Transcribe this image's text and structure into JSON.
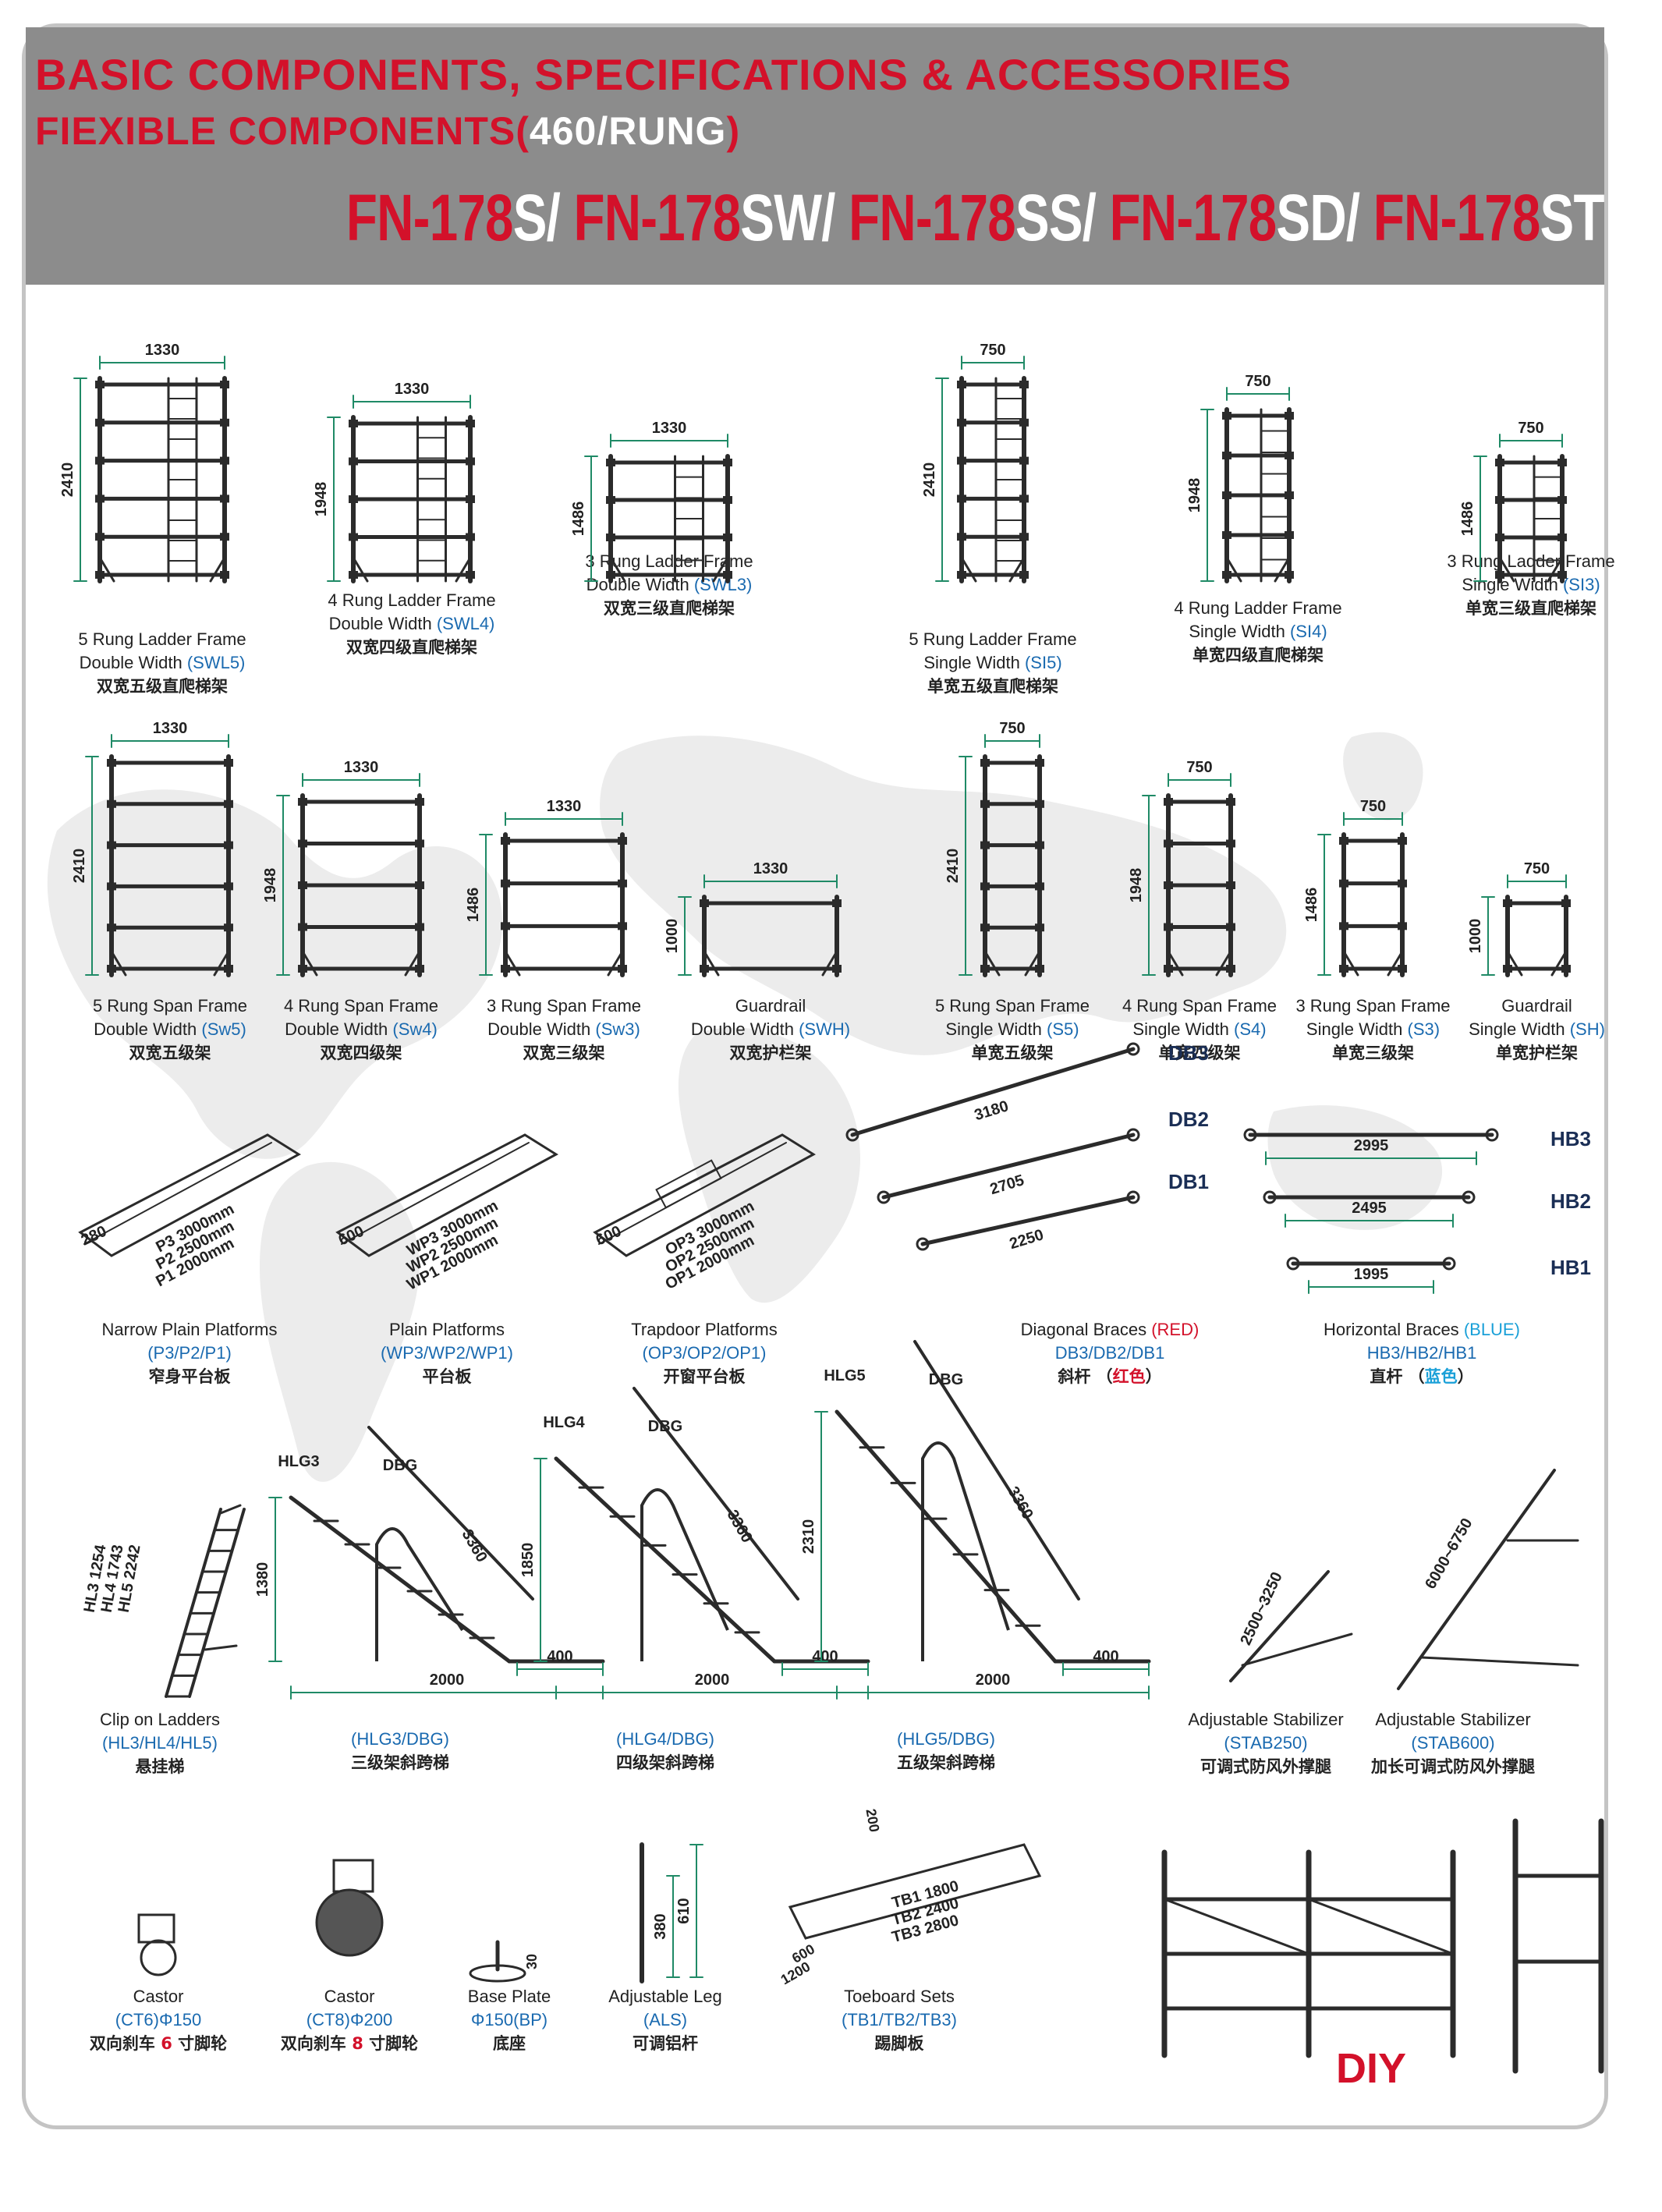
{
  "header": {
    "title_line1": "BASIC COMPONENTS, SPECIFICATIONS & ACCESSORIES",
    "title_line2_prefix": "FIEXIBLE COMPONENTS(",
    "title_line2_value": "460/RUNG",
    "title_line2_suffix": ")",
    "models": [
      {
        "prefix": "FN-178",
        "suffix": "S/ "
      },
      {
        "prefix": "FN-178",
        "suffix": "SW/ "
      },
      {
        "prefix": "FN-178",
        "suffix": "SS/ "
      },
      {
        "prefix": "FN-178",
        "suffix": "SD/ "
      },
      {
        "prefix": "FN-178",
        "suffix": "ST"
      }
    ]
  },
  "colors": {
    "accent_red": "#d3112a",
    "header_gray": "#8c8c8c",
    "code_blue": "#1a6ab0",
    "brace_blue": "#1aa0d8",
    "dim_green": "#1f8a66"
  },
  "ladder_frames": [
    {
      "width": "1330",
      "height": "2410",
      "name": "5  Rung Ladder Frame",
      "width_type": "Double Width",
      "code": "(SWL5)",
      "zh": "双宽五级直爬梯架"
    },
    {
      "width": "1330",
      "height": "1948",
      "name": "4  Rung Ladder Frame",
      "width_type": "Double Width",
      "code": "(SWL4)",
      "zh": "双宽四级直爬梯架"
    },
    {
      "width": "1330",
      "height": "1486",
      "name": "3 Rung Ladder Frame",
      "width_type": "Double Width",
      "code": "(SWL3)",
      "zh": "双宽三级直爬梯架"
    },
    {
      "width": "750",
      "height": "2410",
      "name": "5 Rung Ladder Frame",
      "width_type": "Single Width",
      "code": "(SI5)",
      "zh": "单宽五级直爬梯架"
    },
    {
      "width": "750",
      "height": "1948",
      "name": "4 Rung Ladder Frame",
      "width_type": "Single Width",
      "code": "(SI4)",
      "zh": "单宽四级直爬梯架"
    },
    {
      "width": "750",
      "height": "1486",
      "name": "3 Rung Ladder Frame",
      "width_type": "Single Width",
      "code": "(SI3)",
      "zh": "单宽三级直爬梯架"
    }
  ],
  "span_frames": [
    {
      "width": "1330",
      "height": "2410",
      "name": "5  Rung Span Frame",
      "width_type": "Double Width",
      "code": "(Sw5)",
      "zh": "双宽五级架"
    },
    {
      "width": "1330",
      "height": "1948",
      "name": "4  Rung Span Frame",
      "width_type": "Double Width",
      "code": "(Sw4)",
      "zh": "双宽四级架"
    },
    {
      "width": "1330",
      "height": "1486",
      "name": "3  Rung Span Frame",
      "width_type": "Double Width",
      "code": "(Sw3)",
      "zh": "双宽三级架"
    },
    {
      "width": "1330",
      "height": "1000",
      "name": "Guardrail",
      "width_type": "Double Width",
      "code": "(SWH)",
      "zh": "双宽护栏架"
    },
    {
      "width": "750",
      "height": "2410",
      "name": "5 Rung Span Frame",
      "width_type": "Single Width",
      "code": "(S5)",
      "zh": "单宽五级架"
    },
    {
      "width": "750",
      "height": "1948",
      "name": "4 Rung Span Frame",
      "width_type": "Single Width",
      "code": "(S4)",
      "zh": "单宽四级架"
    },
    {
      "width": "750",
      "height": "1486",
      "name": "3 Rung Span Frame",
      "width_type": "Single Width",
      "code": "(S3)",
      "zh": "单宽三级架"
    },
    {
      "width": "750",
      "height": "1000",
      "name": "Guardrail",
      "width_type": "Single Width",
      "code": "(SH)",
      "zh": "单宽护栏架"
    }
  ],
  "platforms": [
    {
      "width": "280",
      "sizes": [
        "P3 3000mm",
        "P2 2500mm",
        "P1  2000mm"
      ],
      "name": "Narrow Plain Platforms",
      "code": "(P3/P2/P1)",
      "zh": "窄身平台板"
    },
    {
      "width": "600",
      "sizes": [
        "WP3 3000mm",
        "WP2 2500mm",
        "WP1  2000mm"
      ],
      "name": "Plain Platforms",
      "code": "(WP3/WP2/WP1)",
      "zh": "平台板"
    },
    {
      "width": "600",
      "sizes": [
        "OP3 3000mm",
        "OP2 2500mm",
        "OP1  2000mm"
      ],
      "name": "Trapdoor Platforms",
      "code": "(OP3/OP2/OP1)",
      "zh": "开窗平台板"
    }
  ],
  "diagonal_braces": {
    "items": [
      {
        "tag": "DB3",
        "length": "3180"
      },
      {
        "tag": "DB2",
        "length": "2705"
      },
      {
        "tag": "DB1",
        "length": "2250"
      }
    ],
    "name": "Diagonal Braces",
    "color_label": "(RED)",
    "code": "DB3/DB2/DB1",
    "zh_prefix": "斜杆 （",
    "zh_color": "红色",
    "zh_suffix": "）"
  },
  "horizontal_braces": {
    "items": [
      {
        "tag": "HB3",
        "length": "2995"
      },
      {
        "tag": "HB2",
        "length": "2495"
      },
      {
        "tag": "HB1",
        "length": "1995"
      }
    ],
    "name": "Horizontal Braces",
    "color_label": "(BLUE)",
    "code": "HB3/HB2/HB1",
    "zh_prefix": "直杆 （",
    "zh_color": "蓝色",
    "zh_suffix": "）"
  },
  "clip_ladders": {
    "lengths": [
      "HL3 1254",
      "HL4  1743",
      "HL5  2242"
    ],
    "name": "Clip on Ladders",
    "code": "(HL3/HL4/HL5)",
    "zh": "悬挂梯"
  },
  "stairways": [
    {
      "hlg": "HLG3",
      "dbg": "DBG",
      "height": "1380",
      "run": "2000",
      "landing": "400",
      "diag": "3360",
      "code": "(HLG3/DBG)",
      "zh": "三级架斜跨梯"
    },
    {
      "hlg": "HLG4",
      "dbg": "DBG",
      "height": "1850",
      "run": "2000",
      "landing": "400",
      "diag": "3360",
      "code": "(HLG4/DBG)",
      "zh": "四级架斜跨梯"
    },
    {
      "hlg": "HLG5",
      "dbg": "DBG",
      "height": "2310",
      "run": "2000",
      "landing": "400",
      "diag": "3360",
      "code": "(HLG5/DBG)",
      "zh": "五级架斜跨梯"
    }
  ],
  "stabilizers": [
    {
      "range": "2500~3250",
      "name": "Adjustable Stabilizer",
      "code": "(STAB250)",
      "zh": "可调式防风外撑腿"
    },
    {
      "range": "6000~6750",
      "name": "Adjustable Stabilizer",
      "code": "(STAB600)",
      "zh": "加长可调式防风外撑腿"
    }
  ],
  "accessories": [
    {
      "name": "Castor",
      "code": "(CT6)",
      "dia": "Φ150",
      "zh_a": "双向刹车",
      "zh_num": "6",
      "zh_b": "寸脚轮"
    },
    {
      "name": "Castor",
      "code": "(CT8)",
      "dia": "Φ200",
      "zh_a": "双向刹车",
      "zh_num": "8",
      "zh_b": "寸脚轮"
    },
    {
      "name": "Base Plate",
      "code": "Φ150(BP)",
      "dim": "30",
      "zh": "底座"
    },
    {
      "name": "Adjustable Leg",
      "code": "(ALS)",
      "dims": [
        "380",
        "610"
      ],
      "zh": "可调铝杆"
    },
    {
      "name": "Toeboard Sets",
      "code": "(TB1/TB2/TB3)",
      "dims": [
        "200",
        "600",
        "1200"
      ],
      "lengths": [
        "TB1 1800",
        "TB2 2400",
        "TB3 2800"
      ],
      "zh": "踢脚板"
    }
  ],
  "diy_label": "DIY"
}
